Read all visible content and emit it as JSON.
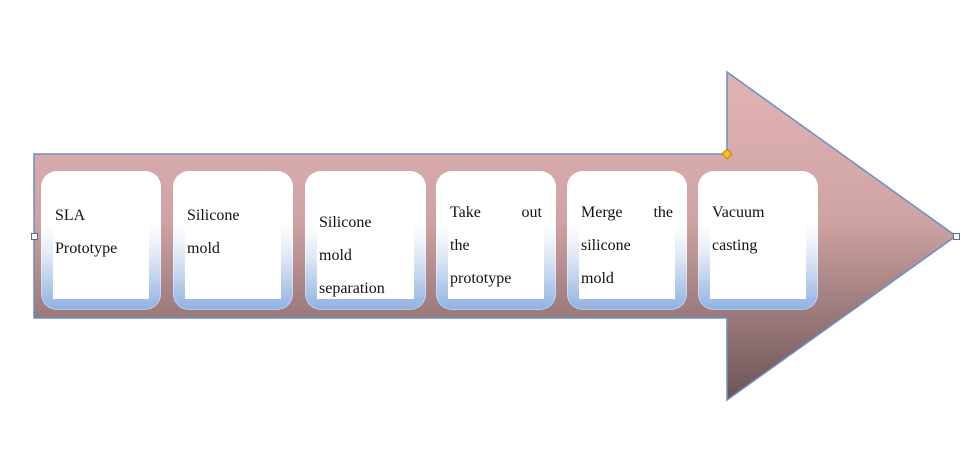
{
  "diagram": {
    "type": "process-arrow",
    "steps": [
      {
        "lines": [
          "SLA",
          "Prototype"
        ],
        "justified": [
          false,
          false
        ]
      },
      {
        "lines": [
          "Silicone",
          "mold"
        ],
        "justified": [
          false,
          false
        ]
      },
      {
        "lines": [
          "Silicone",
          "mold",
          "separation"
        ],
        "justified": [
          false,
          false,
          false
        ]
      },
      {
        "lines": [
          "Take out",
          "the",
          "prototype"
        ],
        "justified": [
          true,
          false,
          false
        ]
      },
      {
        "lines": [
          "Merge the",
          "silicone",
          "mold"
        ],
        "justified": [
          true,
          false,
          false
        ]
      },
      {
        "lines": [
          "Vacuum",
          "casting"
        ],
        "justified": [
          false,
          false
        ]
      }
    ],
    "colors": {
      "arrow_top": "#e2b3b4",
      "arrow_bottom": "#6d5455",
      "arrow_outline": "#6b8fc2",
      "box_bottom": "#8fb1e2"
    }
  }
}
